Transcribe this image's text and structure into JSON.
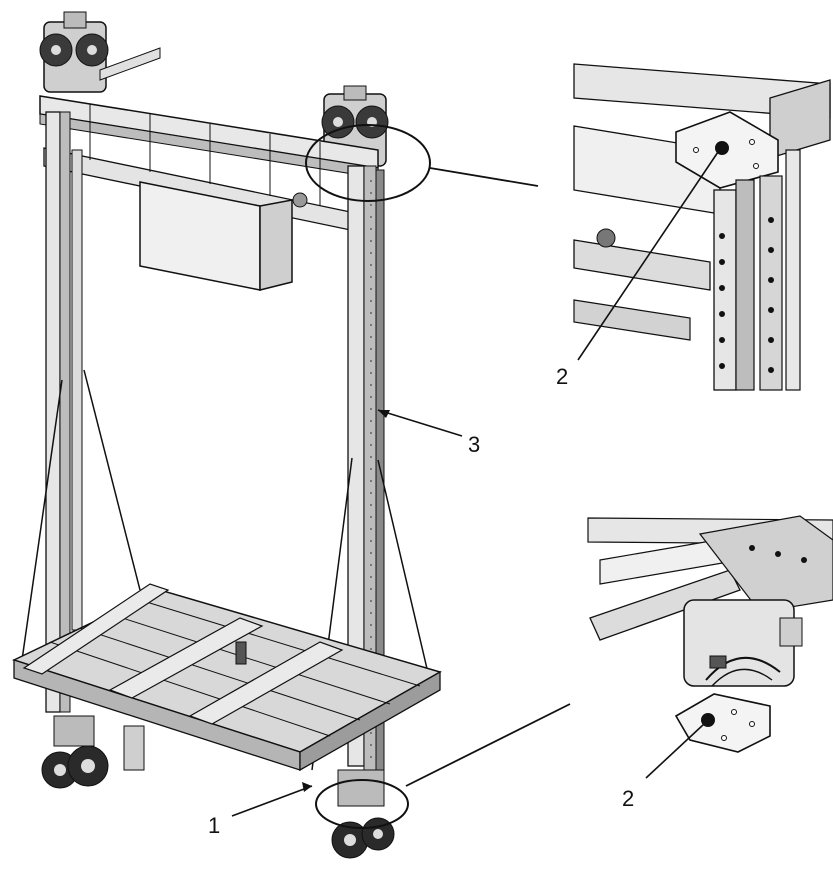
{
  "callouts": {
    "lift_bottom_label": "1",
    "top_detail_label": "2",
    "bottom_detail_label": "2",
    "upright_label": "3"
  },
  "colors": {
    "line": "#111111",
    "metal_light": "#e4e4e4",
    "metal_mid": "#bdbdbd",
    "metal_dark": "#555555",
    "wheel": "#2a2a2a",
    "background": "#ffffff"
  }
}
